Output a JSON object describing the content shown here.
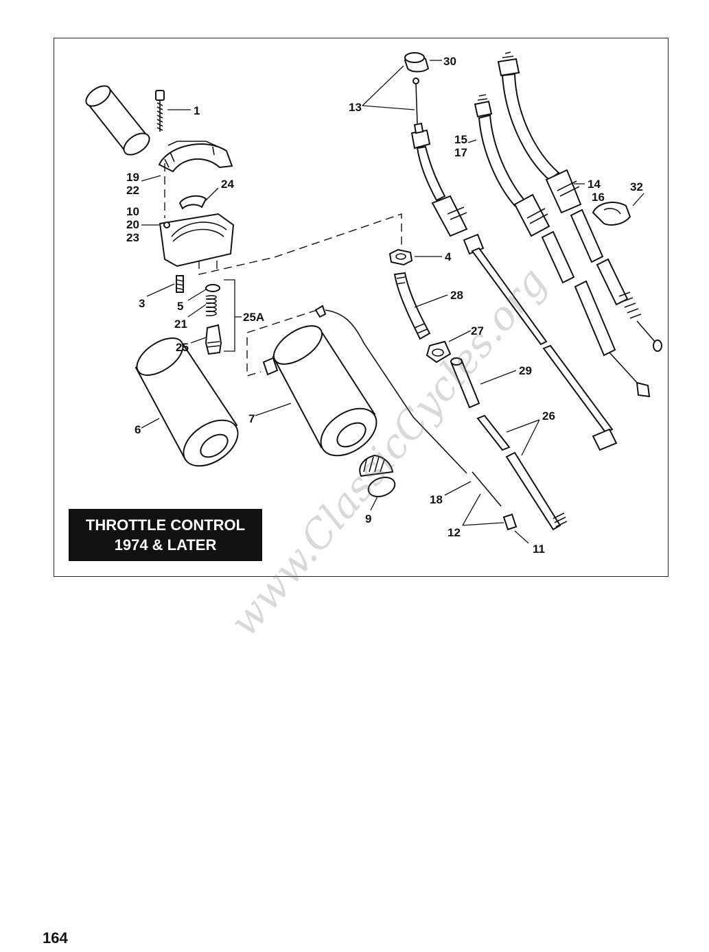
{
  "diagram": {
    "title_line1": "THROTTLE CONTROL",
    "title_line2": "1974 & LATER",
    "callouts": {
      "c1": "1",
      "c3": "3",
      "c4": "4",
      "c5": "5",
      "c6": "6",
      "c7": "7",
      "c9": "9",
      "c10": "10",
      "c11": "11",
      "c12": "12",
      "c13": "13",
      "c14": "14",
      "c15": "15",
      "c16": "16",
      "c17": "17",
      "c18": "18",
      "c19": "19",
      "c20": "20",
      "c21": "21",
      "c22": "22",
      "c23": "23",
      "c24": "24",
      "c25": "25",
      "c25a": "25A",
      "c26": "26",
      "c27": "27",
      "c28": "28",
      "c29": "29",
      "c30": "30",
      "c32": "32"
    }
  },
  "watermark": "www.ClassicCycles.org",
  "page_number": "164"
}
